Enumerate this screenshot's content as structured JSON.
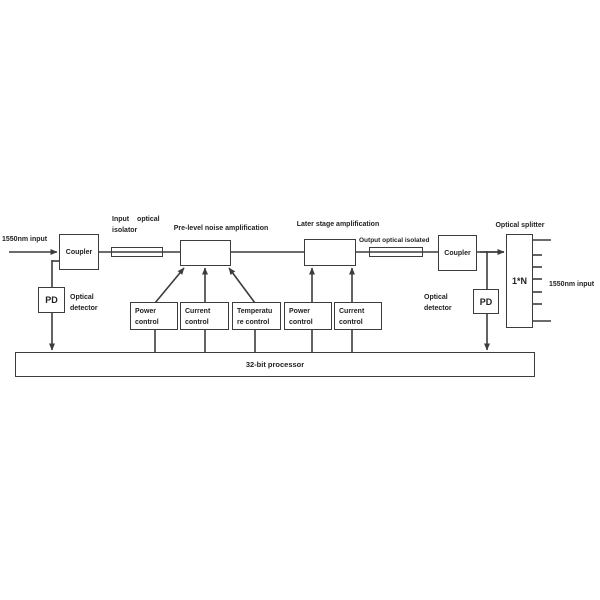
{
  "diagram": {
    "labels": {
      "input_left": "1550nm input",
      "input_isolator_line1": "Input optical",
      "input_isolator_line2": "isolator",
      "preamp": "Pre-level noise amplification",
      "lateramp": "Later stage amplification",
      "output_isolator": "Output optical isolated",
      "optical_splitter": "Optical splitter",
      "input_right": "1550nm input",
      "detector_left_line1": "Optical",
      "detector_left_line2": "detector",
      "detector_right_line1": "Optical",
      "detector_right_line2": "detector"
    },
    "boxes": {
      "coupler_left": "Coupler",
      "coupler_right": "Coupler",
      "pd_left": "PD",
      "pd_right": "PD",
      "splitter": "1*N",
      "processor": "32-bit processor"
    },
    "control_boxes": [
      {
        "line1": "Power",
        "line2": "control"
      },
      {
        "line1": "Current",
        "line2": "control"
      },
      {
        "line1": "Temperatu",
        "line2": "re control"
      },
      {
        "line1": "Power",
        "line2": "control"
      },
      {
        "line1": "Current",
        "line2": "control"
      }
    ],
    "colors": {
      "line": "#3c3c3c",
      "text": "#1f1f1f",
      "background": "#ffffff"
    }
  }
}
